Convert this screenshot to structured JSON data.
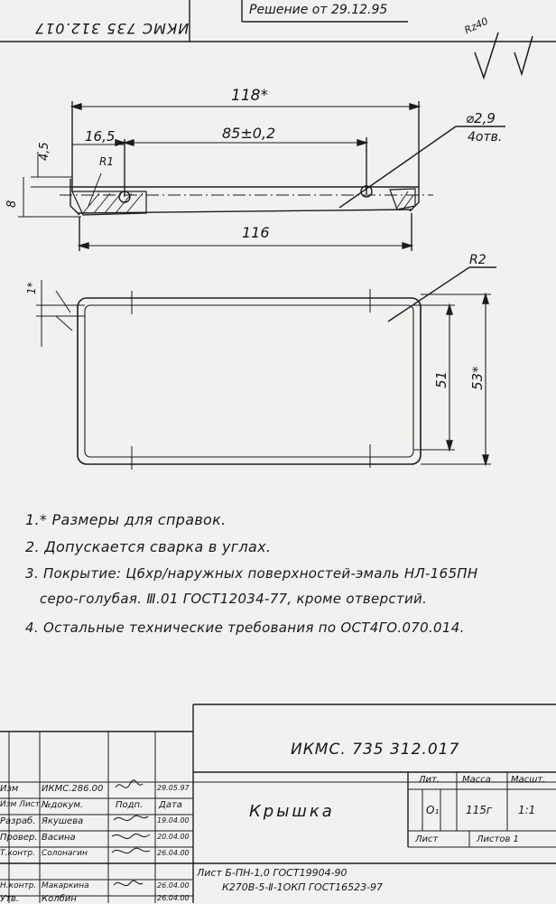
{
  "header": {
    "doc_code_mirrored": "ИКМС 735 312.017",
    "revision_note": "Решение от 29.12.95"
  },
  "roughness": {
    "value": "Rz40",
    "suffix": "(√)"
  },
  "dimensions": {
    "overall_length": "118*",
    "hole_offset": "16,5",
    "hole_spacing": "85±0,2",
    "hole_diameter": "⌀2,9",
    "hole_count": "4отв.",
    "height_small": "4,5",
    "height_total": "8",
    "radius_inner": "R1",
    "base_length": "116",
    "radius_corner": "R2",
    "wall_ref": "1*",
    "inner_width": "51",
    "outer_width": "53*"
  },
  "notes": [
    "1.* Размеры для справок.",
    "2. Допускается сварка в углах.",
    "3. Покрытие: Ц6хр/наружных поверхностей-эмаль НЛ-165ПН",
    "серо-голубая. Ⅲ.01 ГОСТ12034-77, кроме отверстий.",
    "4. Остальные технические требования по ОСТ4ГО.070.014."
  ],
  "title_block": {
    "designation": "ИКМС. 735 312.017",
    "part_name": "Крышка",
    "lit_label": "Лит.",
    "mass_label": "Масса",
    "scale_label": "Масшт.",
    "lit_value": "О₁",
    "mass_value": "115г",
    "scale_value": "1:1",
    "sheet_label": "Лист",
    "sheets_label": "Листов 1",
    "material_line1": "Лист Б-ПН-1,0 ГОСТ19904-90",
    "material_line2": "К270В-5-Ⅱ-1ОКП ГОСТ16523-97",
    "rows": [
      {
        "role": "Изм",
        "name": "ИКМС.286.00",
        "date": "29.05.97"
      },
      {
        "role": "Изм Лист",
        "name": "№докум.",
        "date": "Дата"
      },
      {
        "role": "Разраб.",
        "name": "Якушева",
        "date": "19.04.00"
      },
      {
        "role": "Провер.",
        "name": "Васина",
        "date": "20.04.00"
      },
      {
        "role": "Т.контр.",
        "name": "Солонагин",
        "date": "26.04.00"
      },
      {
        "role": "Н.контр.",
        "name": "Макаркина",
        "date": "26.04.00"
      },
      {
        "role": "Утв.",
        "name": "Колбин",
        "date": "26.04.00"
      }
    ],
    "sign_label": "Подп."
  }
}
